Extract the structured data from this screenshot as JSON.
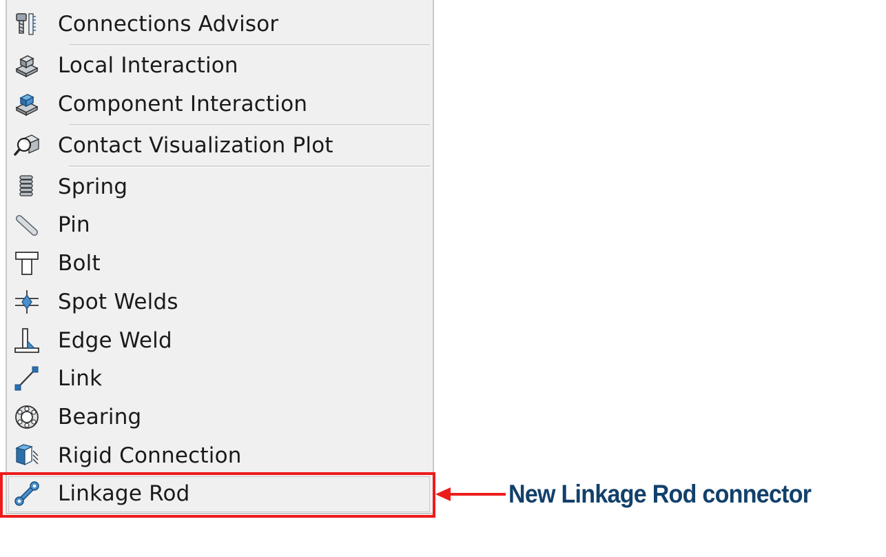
{
  "menu": {
    "items": [
      {
        "label": "Connections Advisor",
        "icon": "connections-advisor-icon"
      },
      {
        "label": "Local Interaction",
        "icon": "local-interaction-icon"
      },
      {
        "label": "Component Interaction",
        "icon": "component-interaction-icon"
      },
      {
        "label": "Contact Visualization Plot",
        "icon": "contact-visualization-icon"
      },
      {
        "label": "Spring",
        "icon": "spring-icon"
      },
      {
        "label": "Pin",
        "icon": "pin-icon"
      },
      {
        "label": "Bolt",
        "icon": "bolt-icon"
      },
      {
        "label": "Spot Welds",
        "icon": "spot-welds-icon"
      },
      {
        "label": "Edge Weld",
        "icon": "edge-weld-icon"
      },
      {
        "label": "Link",
        "icon": "link-icon"
      },
      {
        "label": "Bearing",
        "icon": "bearing-icon"
      },
      {
        "label": "Rigid Connection",
        "icon": "rigid-connection-icon"
      },
      {
        "label": "Linkage Rod",
        "icon": "linkage-rod-icon"
      }
    ]
  },
  "callout": {
    "text": "New Linkage Rod connector",
    "color": "#12406b",
    "highlight_color": "#ee1b1b"
  }
}
